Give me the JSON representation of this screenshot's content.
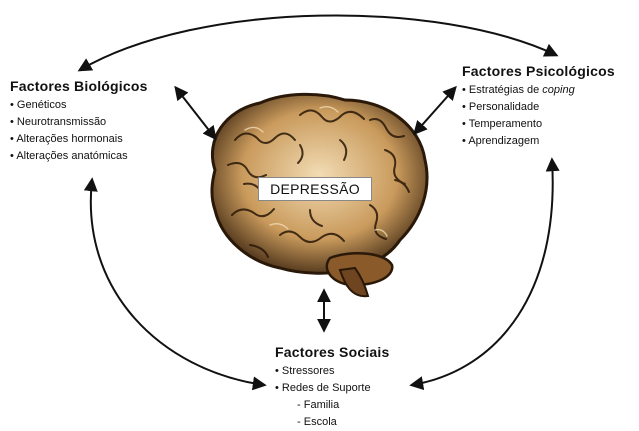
{
  "center_label": "DEPRESSÃO",
  "groups": {
    "biological": {
      "title": "Factores Biológicos",
      "items": [
        "Genéticos",
        "Neurotransmissão",
        "Alterações hormonais",
        "Alterações anatómicas"
      ]
    },
    "psychological": {
      "title": "Factores Psicológicos",
      "items": [
        "Estratégias de ",
        "Personalidade",
        "Temperamento",
        "Aprendizagem"
      ],
      "first_item_italic": "coping"
    },
    "social": {
      "title": "Factores Sociais",
      "items": [
        "Stressores",
        "Redes de Suporte"
      ],
      "subitems": [
        "Familia",
        "Escola"
      ]
    }
  },
  "colors": {
    "line": "#111111",
    "brain_fill": "#c99a5c",
    "brain_shade": "#3a2410",
    "brain_highlight": "#f2dcb4"
  },
  "icons": [
    "brain-illustration",
    "double-headed-arrow"
  ]
}
